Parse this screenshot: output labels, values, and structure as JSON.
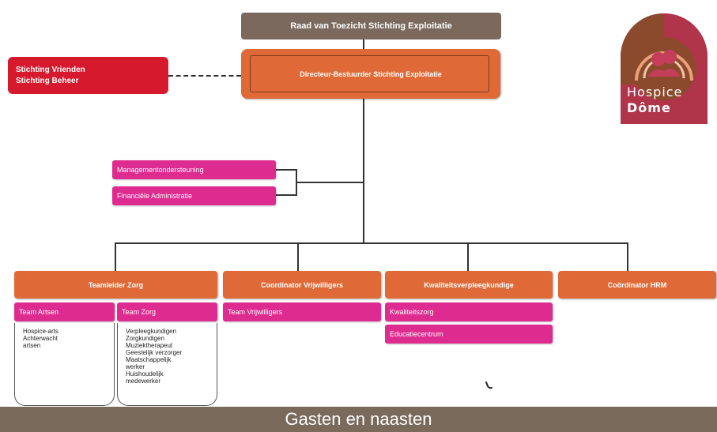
{
  "top": {
    "raad": "Raad van Toezicht Stichting Exploitatie",
    "directeur": "Directeur-Bestuurder Stichting Exploitatie",
    "stichting_line1": "Stichting Vrienden",
    "stichting_line2": "Stichting Beheer"
  },
  "support": {
    "management": "Managementondersteuning",
    "financiele": "Financiële Administratie"
  },
  "departments": {
    "teamleider": "Teamleider Zorg",
    "coordinator_vrijwilligers": "Coordinator Vrijwilligers",
    "kwaliteit": "Kwaliteitsverpleegkundige",
    "coordinator_hrm": "Coördinator HRM"
  },
  "teams": {
    "team_artsen": "Team Artsen",
    "team_zorg": "Team Zorg",
    "team_vrijwilligers": "Team Vrijwilligers",
    "kwaliteitszorg": "Kwaliteitszorg",
    "educatiecentrum": "Educatiecentrum"
  },
  "artsen_list": [
    "Hospice-arts",
    "Achterwacht",
    "artsen"
  ],
  "zorg_list": [
    "Verpleegkundigen",
    "Zorgkundigen",
    "Muziektherapeut",
    "Geestelijk verzorger",
    "Maatschappelijk",
    "werker",
    "Huishoudelijk",
    "medewerker"
  ],
  "footer": "Gasten en naasten",
  "logo": {
    "line1": "Hospice",
    "line2": "Dôme",
    "icon": "people-arc-logo",
    "colors": {
      "bg": "#b0344a",
      "accent": "#8c4a2c",
      "arc": "#e8a17a"
    }
  },
  "colors": {
    "brown": "#7a695c",
    "orange": "#e06a37",
    "red": "#d7192e",
    "pink": "#de2b8f",
    "footer": "#7a6a5c"
  }
}
